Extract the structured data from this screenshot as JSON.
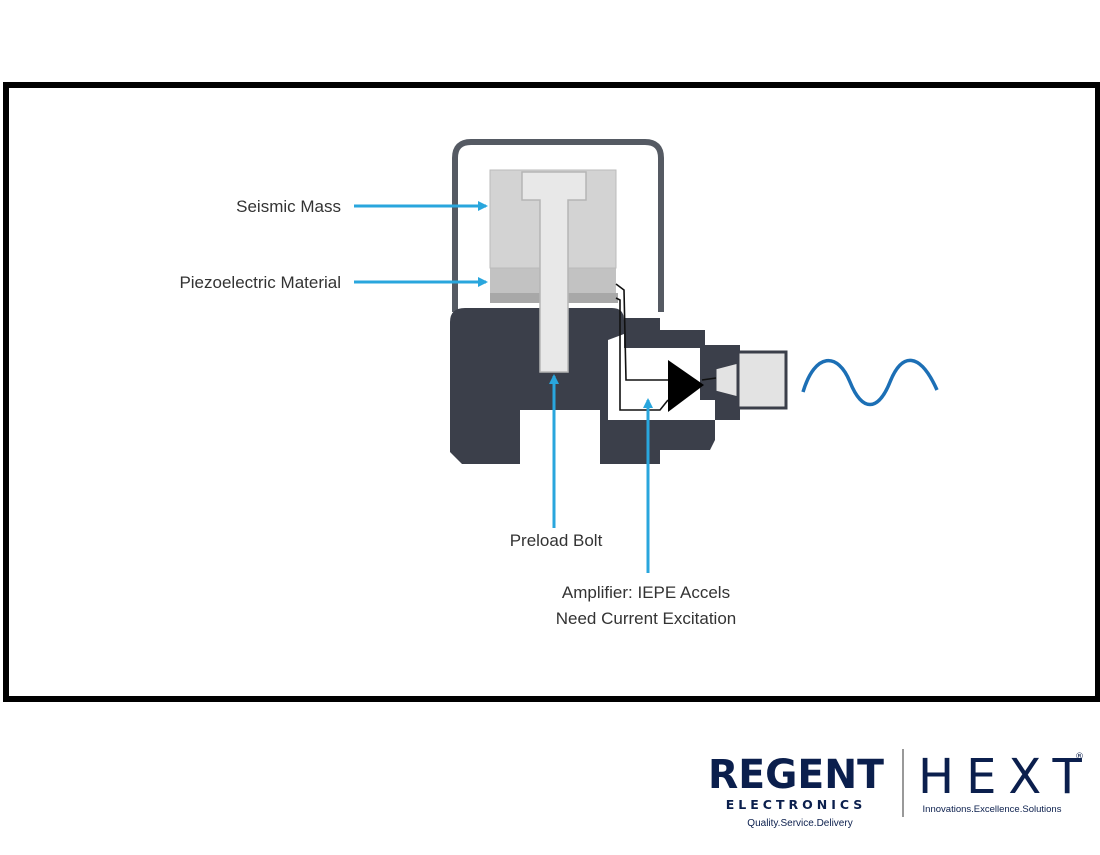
{
  "labels": {
    "seismic_mass": "Seismic Mass",
    "piezo": "Piezoelectric Material",
    "preload_bolt": "Preload Bolt",
    "amp_line1": "Amplifier: IEPE Accels",
    "amp_line2": "Need Current Excitation"
  },
  "logo": {
    "regent": "REGENT",
    "electronics": "ELECTRONICS",
    "tagline_left": "Quality.Service.Delivery",
    "hext": "HEXT",
    "tagline_right": "Innovations.Excellence.Solutions",
    "registered": "®"
  },
  "colors": {
    "arrow": "#29a6dd",
    "body": "#3b3f4a",
    "mass": "#d3d3d3",
    "piezo": "#c2c2c2",
    "bolt": "#e4e4e4",
    "wave": "#1c6fb5",
    "logo_navy": "#0b1f4d"
  }
}
